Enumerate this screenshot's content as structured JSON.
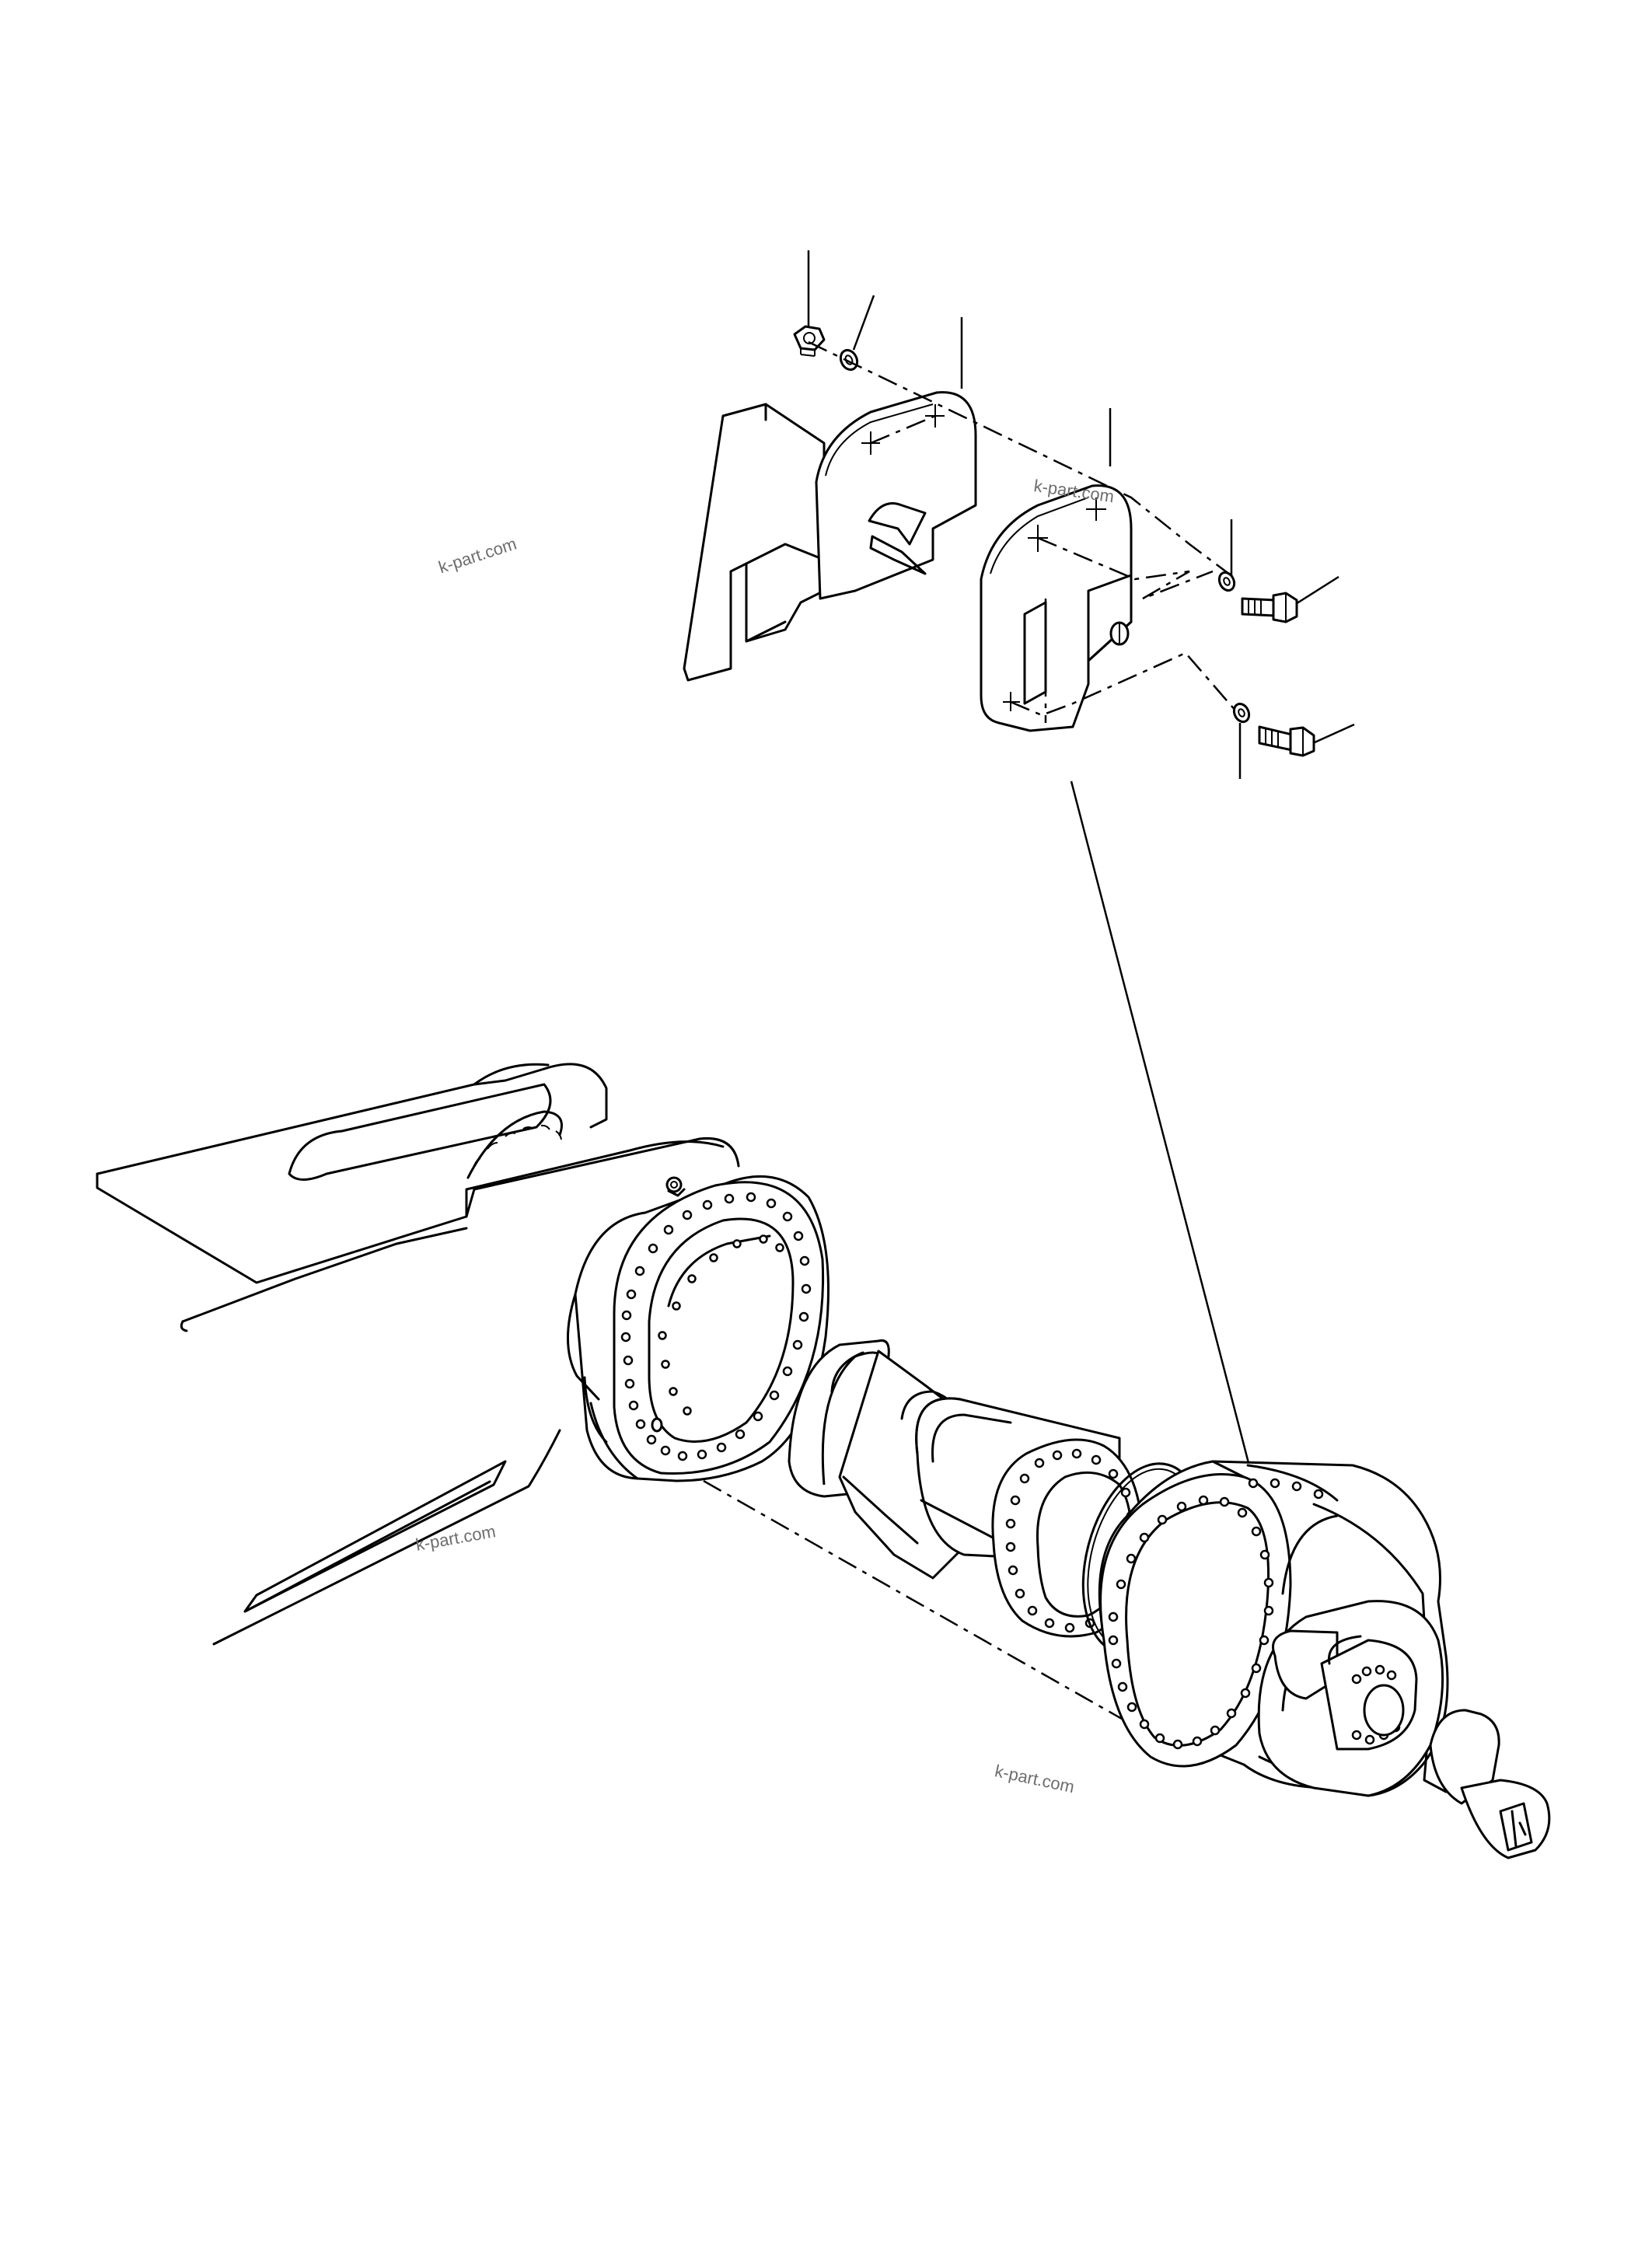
{
  "watermarks": [
    {
      "id": "wm-1",
      "text": "k-part.com"
    },
    {
      "id": "wm-2",
      "text": "k-part.com"
    },
    {
      "id": "wm-3",
      "text": "k-part.com"
    },
    {
      "id": "wm-4",
      "text": "k-part.com"
    }
  ],
  "icons": {
    "nut": "hex-nut-icon",
    "washer": "washer-icon",
    "bolt": "hex-bolt-icon",
    "bracket": "mounting-bracket",
    "final_drive": "travel-motor-final-drive"
  },
  "colors": {
    "line": "#000000",
    "background": "#ffffff",
    "watermark": "#6e6e6e"
  }
}
